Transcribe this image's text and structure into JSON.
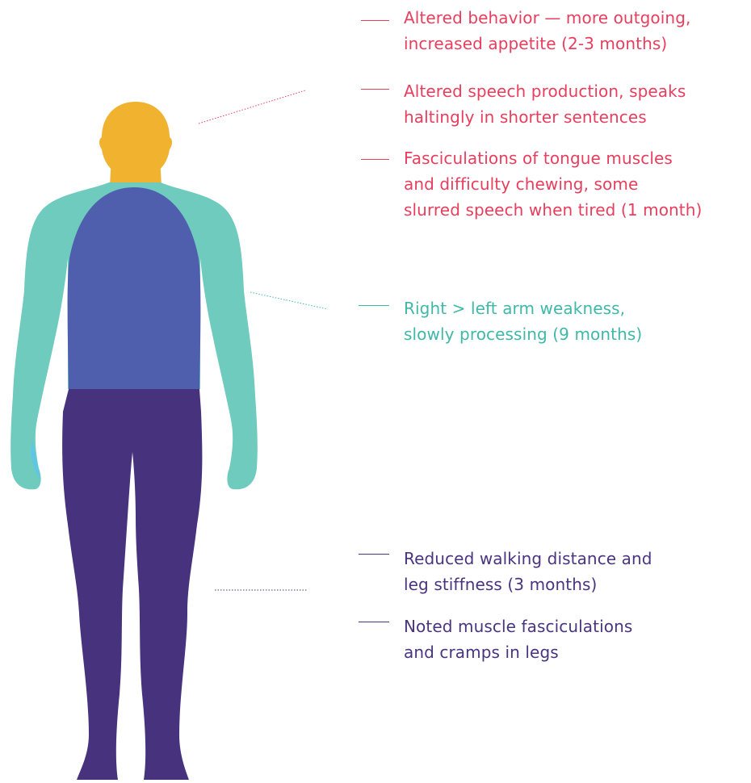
{
  "colors": {
    "head": "#f0b22f",
    "arms": "#6ecbbd",
    "torso": "#4f5fae",
    "legs": "#47327e",
    "hand_accent": "#5fc6e6",
    "head_annotation": "#e83e5e",
    "arm_annotation": "#3fb8a8",
    "leg_annotation": "#4a3480"
  },
  "annotations": {
    "head": [
      {
        "lines": [
          "Altered behavior — more outgoing,",
          "increased appetite (2-3 months)"
        ]
      },
      {
        "lines": [
          "Altered speech production, speaks",
          "haltingly in shorter sentences"
        ]
      },
      {
        "lines": [
          "Fasciculations of tongue muscles",
          "and difficulty chewing, some",
          "slurred speech when tired (1 month)"
        ]
      }
    ],
    "arms": [
      {
        "lines": [
          "Right > left arm weakness,",
          "slowly processing (9 months)"
        ]
      }
    ],
    "legs": [
      {
        "lines": [
          "Reduced walking distance and",
          "leg stiffness (3 months)"
        ]
      },
      {
        "lines": [
          "Noted muscle fasciculations",
          "and cramps in legs"
        ]
      }
    ]
  }
}
